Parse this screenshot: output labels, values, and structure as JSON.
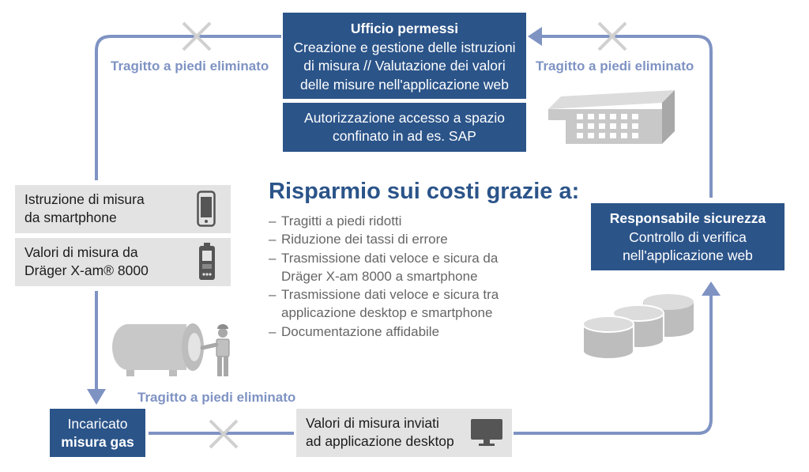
{
  "office_box": {
    "title": "Ufficio permessi",
    "lines": [
      "Creazione e gestione delle istruzioni",
      "di misura // Valutazione dei valori",
      "delle misure nell'applicazione web"
    ]
  },
  "access_box": {
    "lines": [
      "Autorizzazione accesso a spazio",
      "confinato in ad es. SAP"
    ]
  },
  "smartphone_box": {
    "lines": [
      "Istruzione di misura",
      "da smartphone"
    ],
    "icon": "smartphone-icon"
  },
  "detector_box": {
    "lines": [
      "Valori di misura da",
      "Dräger X-am® 8000"
    ],
    "icon": "gas-detector-icon"
  },
  "safety_box": {
    "title": "Responsabile sicurezza",
    "lines": [
      "Controllo di verifica",
      "nell'applicazione web"
    ]
  },
  "gas_box": {
    "lines": [
      "Incaricato",
      "misura gas"
    ]
  },
  "desktop_box": {
    "lines": [
      "Valori di misura inviati",
      "ad applicazione desktop"
    ],
    "icon": "monitor-icon"
  },
  "walk_labels": {
    "top_left": "Tragitto a piedi eliminato",
    "top_right": "Tragitto a piedi eliminato",
    "bottom": "Tragitto a piedi eliminato"
  },
  "savings": {
    "title": "Risparmio sui costi grazie a:",
    "items": [
      "Tragitti a piedi ridotti",
      "Riduzione dei tassi di errore",
      "Trasmissione dati veloce e sicura da Dräger X-am 8000 a smartphone",
      "Trasmissione dati veloce e sicura tra applicazione desktop e smartphone",
      "Documentazione affidabile"
    ]
  },
  "colors": {
    "dark_box": "#2b5489",
    "flow_line": "#7f93c3",
    "grey_box": "#e3e3e3",
    "illustration_grey": "#c8c8c8"
  }
}
